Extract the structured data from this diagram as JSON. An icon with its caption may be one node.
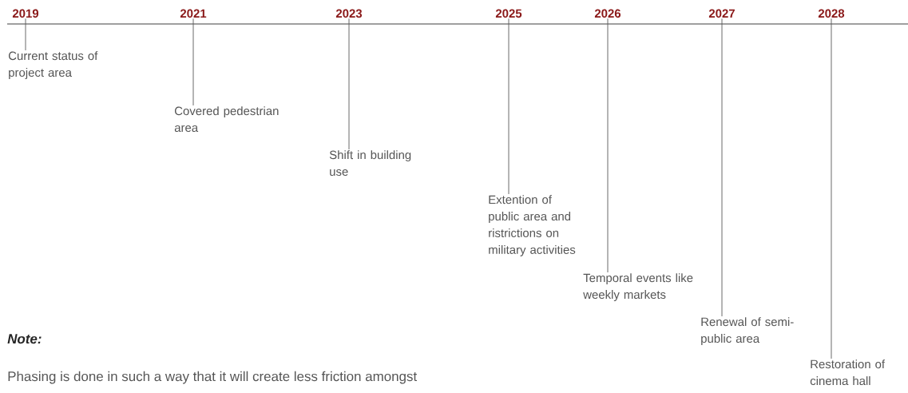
{
  "diagram": {
    "nodes": [
      {
        "text": [
          "2019"
        ]
      },
      {
        "text": [
          "2021"
        ]
      },
      {
        "text": [
          "2023"
        ]
      },
      {
        "text": [
          "2025"
        ]
      },
      {
        "text": [
          "2026"
        ]
      },
      {
        "text": [
          "2027"
        ]
      },
      {
        "text": [
          "2028"
        ]
      },
      {
        "text": [
          "Current status of project area"
        ]
      },
      {
        "text": [
          "Covered pedestrian area"
        ]
      },
      {
        "text": [
          "Shift in building use"
        ]
      },
      {
        "text": [
          "Extention of public area and ristrictions on military activities"
        ]
      },
      {
        "text": [
          "Temporal events like weekly markets"
        ]
      },
      {
        "text": [
          "Renewal of semi-public area"
        ]
      },
      {
        "text": [
          "Restoration of cinema hall"
        ]
      }
    ],
    "edges": [
      {
        "from": 0,
        "to": 7,
        "arrow": "none"
      },
      {
        "from": 1,
        "to": 8,
        "arrow": "none"
      },
      {
        "from": 2,
        "to": 9,
        "arrow": "none"
      },
      {
        "from": 3,
        "to": 10,
        "arrow": "none"
      },
      {
        "from": 4,
        "to": 11,
        "arrow": "none"
      },
      {
        "from": 5,
        "to": 12,
        "arrow": "none"
      },
      {
        "from": 6,
        "to": 13,
        "arrow": "none"
      }
    ],
    "labels": [
      "Note:",
      "Phasing is done in such a way that it will create less friction amongst"
    ]
  }
}
